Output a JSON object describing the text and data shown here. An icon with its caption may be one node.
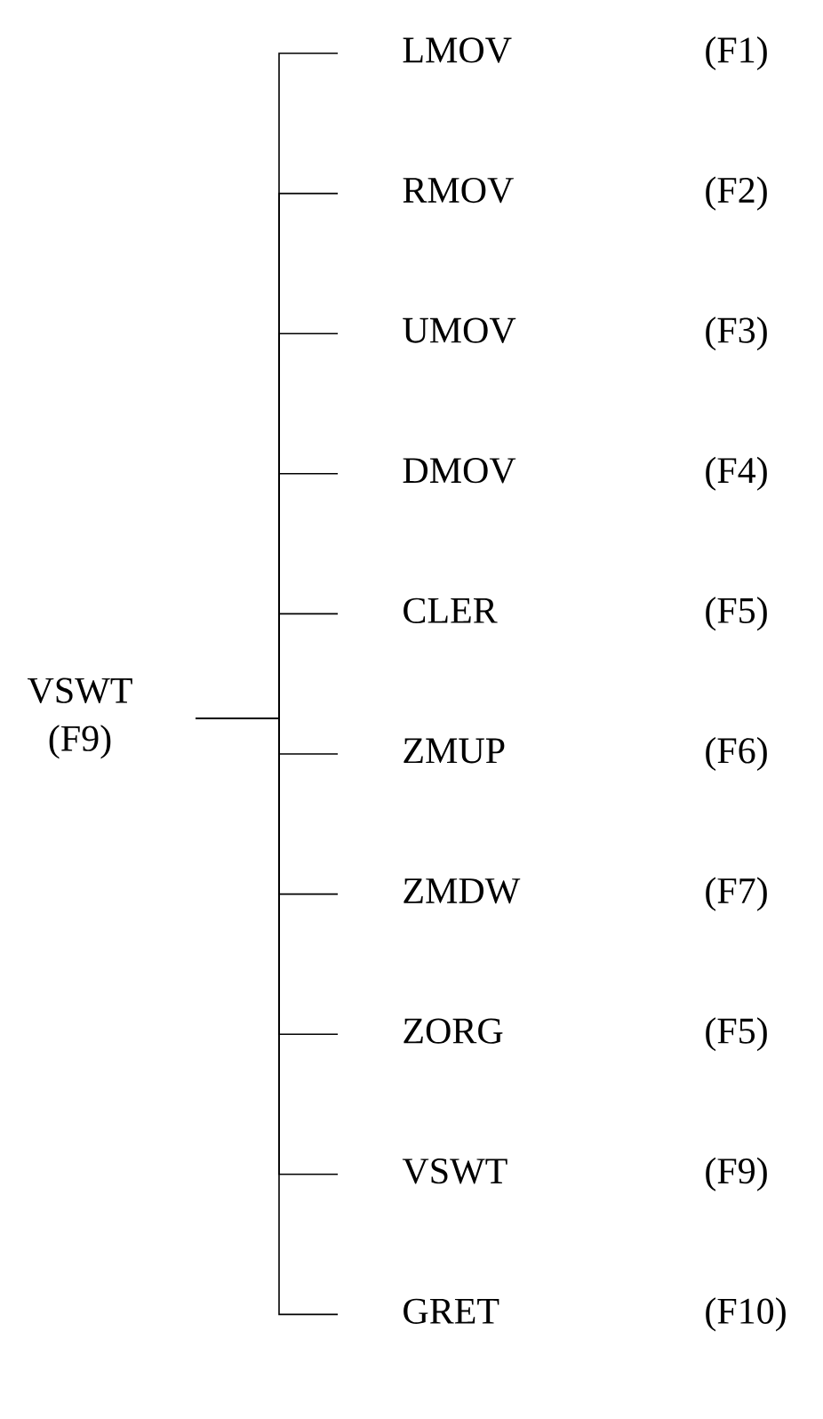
{
  "diagram": {
    "nodes": [
      {
        "text": [
          "VSWT",
          "(F9)"
        ]
      },
      {
        "text": [
          "LMOV",
          "(F1)"
        ]
      },
      {
        "text": [
          "RMOV",
          "(F2)"
        ]
      },
      {
        "text": [
          "UMOV",
          "(F3)"
        ]
      },
      {
        "text": [
          "DMOV",
          "(F4)"
        ]
      },
      {
        "text": [
          "CLER",
          "(F5)"
        ]
      },
      {
        "text": [
          "ZMUP",
          "(F6)"
        ]
      },
      {
        "text": [
          "ZMDW",
          "(F7)"
        ]
      },
      {
        "text": [
          "ZORG",
          "(F5)"
        ]
      },
      {
        "text": [
          "VSWT",
          "(F9)"
        ]
      },
      {
        "text": [
          "GRET",
          "(F10)"
        ]
      }
    ],
    "edges": [
      {
        "from": 0,
        "to": 1,
        "arrow": "none"
      },
      {
        "from": 0,
        "to": 2,
        "arrow": "none"
      },
      {
        "from": 0,
        "to": 3,
        "arrow": "none"
      },
      {
        "from": 0,
        "to": 4,
        "arrow": "none"
      },
      {
        "from": 0,
        "to": 5,
        "arrow": "none"
      },
      {
        "from": 0,
        "to": 6,
        "arrow": "none"
      },
      {
        "from": 0,
        "to": 7,
        "arrow": "none"
      },
      {
        "from": 0,
        "to": 8,
        "arrow": "none"
      },
      {
        "from": 0,
        "to": 9,
        "arrow": "none"
      },
      {
        "from": 0,
        "to": 10,
        "arrow": "none"
      }
    ]
  }
}
